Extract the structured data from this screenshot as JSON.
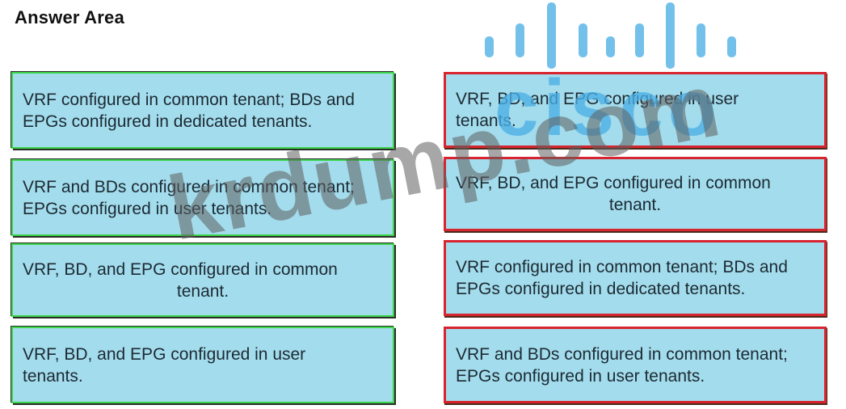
{
  "header": {
    "title": "Answer Area"
  },
  "left_column": {
    "items": [
      {
        "line1": "VRF configured in common tenant; BDs and",
        "line2": "EPGs configured in dedicated tenants."
      },
      {
        "line1": "VRF and BDs configured in common tenant;",
        "line2": "EPGs configured in user tenants."
      },
      {
        "line1": "VRF, BD, and EPG configured in common",
        "line2": "tenant."
      },
      {
        "line1": "VRF, BD, and EPG configured in user",
        "line2": "tenants."
      }
    ]
  },
  "right_column": {
    "items": [
      {
        "line1": "VRF, BD, and EPG configured in user",
        "line2": "tenants."
      },
      {
        "line1": "VRF, BD, and EPG configured in common",
        "line2": "tenant."
      },
      {
        "line1": "VRF configured in common tenant; BDs and",
        "line2": "EPGs configured in dedicated tenants."
      },
      {
        "line1": "VRF and BDs configured in common tenant;",
        "line2": "EPGs configured in user tenants."
      }
    ]
  },
  "watermark": {
    "brand": "cisco",
    "site": "krdump.com"
  },
  "colors": {
    "card_fill": "#a3dcec",
    "left_border": "#3bd54a",
    "right_border": "#d8242e",
    "cisco_blue": "#4cafe6"
  }
}
